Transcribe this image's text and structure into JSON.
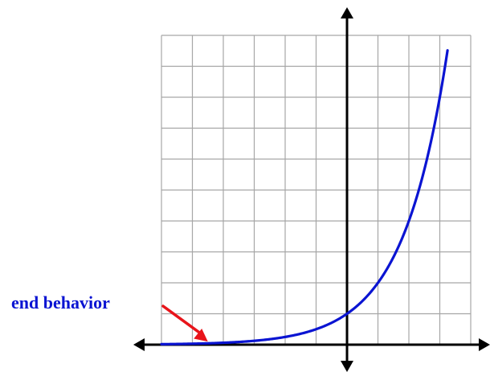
{
  "chart_data": {
    "type": "line",
    "title": "",
    "xlabel": "",
    "ylabel": "",
    "xlim": [
      -6,
      3.5
    ],
    "ylim": [
      0,
      10
    ],
    "grid": true,
    "grid_x_range": [
      -6,
      4
    ],
    "grid_y_range": [
      0,
      10
    ],
    "series": [
      {
        "color": "#0a14d2",
        "function": "2^x",
        "x": [
          -6,
          -5,
          -4,
          -3,
          -2,
          -1,
          0,
          0.5,
          1,
          1.5,
          2,
          2.5,
          3,
          3.25
        ],
        "y": [
          0.016,
          0.031,
          0.063,
          0.125,
          0.25,
          0.5,
          1,
          1.414,
          2,
          2.828,
          4,
          5.657,
          8,
          9.51
        ]
      }
    ],
    "annotations": [
      {
        "text": "end behavior",
        "color": "#0a14d2",
        "arrow_color": "#e8141a",
        "points_to": [
          -4.5,
          0.1
        ]
      }
    ],
    "colors": {
      "grid": "#a6a6a6",
      "axes": "#000000",
      "curve": "#0a14d2",
      "annotation_text": "#0a14d2",
      "annotation_arrow": "#e8141a"
    }
  }
}
